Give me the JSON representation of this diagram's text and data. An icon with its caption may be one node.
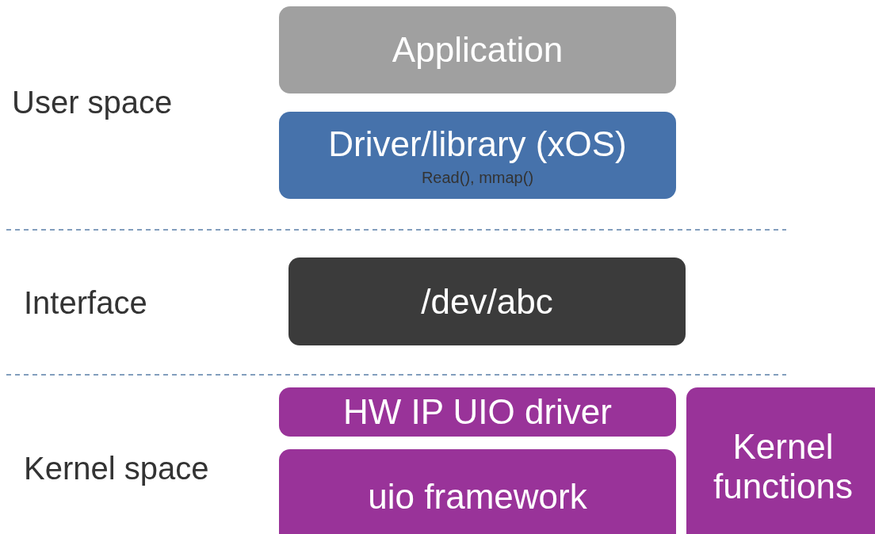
{
  "diagram": {
    "nodes": [
      {
        "text": [
          "Application"
        ]
      },
      {
        "text": [
          "Driver/library (xOS)",
          "Read(), mmap()"
        ]
      },
      {
        "text": [
          "/dev/abc"
        ]
      },
      {
        "text": [
          "HW IP UIO driver"
        ]
      },
      {
        "text": [
          "uio framework"
        ]
      },
      {
        "text": [
          "Kernel functions"
        ]
      }
    ],
    "labels": [
      "User space",
      "Interface",
      "Kernel space"
    ]
  }
}
